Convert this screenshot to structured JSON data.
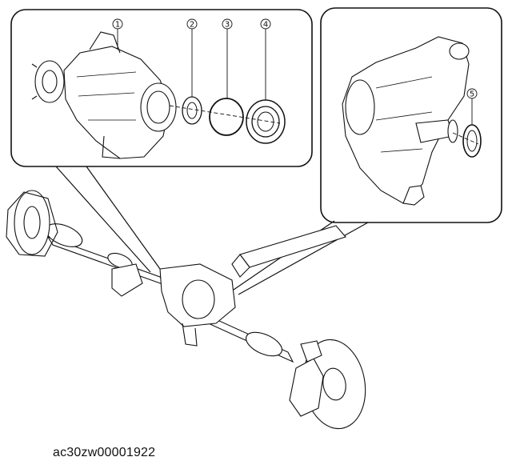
{
  "callouts": {
    "c1": "1",
    "c2": "2",
    "c3": "3",
    "c4": "4",
    "c5": "5"
  },
  "caption": "ac30zw00001922",
  "colors": {
    "line": "#111111",
    "background": "#ffffff"
  }
}
